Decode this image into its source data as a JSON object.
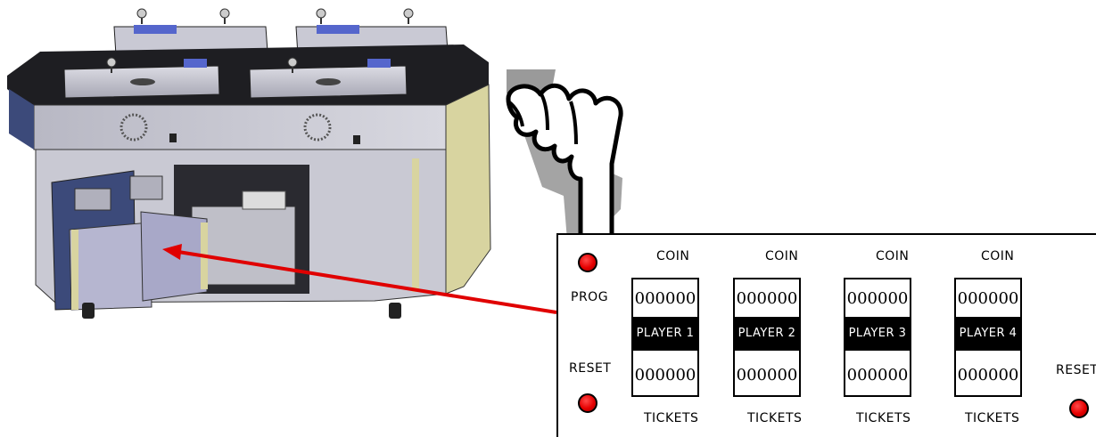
{
  "panel": {
    "prog_label": "PROG",
    "reset_left_label": "RESET",
    "reset_right_label": "RESET",
    "columns": [
      {
        "coin_label": "COIN",
        "coin_count": "000000",
        "player_label": "PLAYER 1",
        "ticket_count": "000000",
        "tickets_label": "TICKETS"
      },
      {
        "coin_label": "COIN",
        "coin_count": "000000",
        "player_label": "PLAYER 2",
        "ticket_count": "000000",
        "tickets_label": "TICKETS"
      },
      {
        "coin_label": "COIN",
        "coin_count": "000000",
        "player_label": "PLAYER 3",
        "ticket_count": "000000",
        "tickets_label": "TICKETS"
      },
      {
        "coin_label": "COIN",
        "coin_count": "000000",
        "player_label": "PLAYER 4",
        "ticket_count": "000000",
        "tickets_label": "TICKETS"
      }
    ]
  },
  "colors": {
    "led_red": "#e50000",
    "arrow_red": "#e00000",
    "cabinet_gray": "#c9c9d3",
    "cabinet_top": "#1e1e22",
    "door_blue": "#3c4a7a",
    "side_yellow": "#d8d4a0"
  },
  "icons": {
    "hand": "pointing-hand-icon",
    "led": "red-button-icon"
  }
}
